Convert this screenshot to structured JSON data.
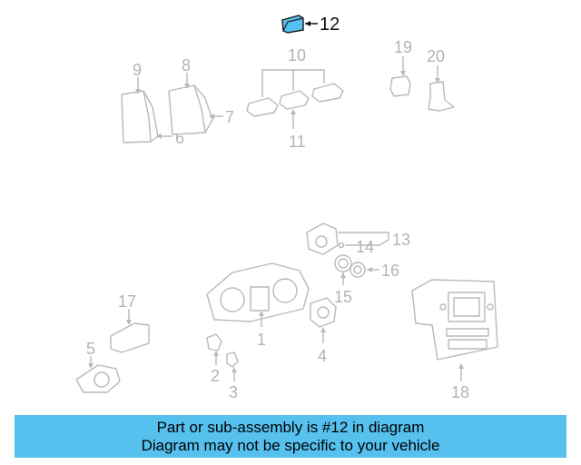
{
  "highlight_color": "#56c1ef",
  "parts": [
    {
      "id": "1",
      "label": "1"
    },
    {
      "id": "2",
      "label": "2"
    },
    {
      "id": "3",
      "label": "3"
    },
    {
      "id": "4",
      "label": "4"
    },
    {
      "id": "5",
      "label": "5"
    },
    {
      "id": "6",
      "label": "6"
    },
    {
      "id": "7",
      "label": "7"
    },
    {
      "id": "8",
      "label": "8"
    },
    {
      "id": "9",
      "label": "9"
    },
    {
      "id": "10",
      "label": "10"
    },
    {
      "id": "11",
      "label": "11"
    },
    {
      "id": "12",
      "label": "12",
      "highlighted": true
    },
    {
      "id": "13",
      "label": "13"
    },
    {
      "id": "14",
      "label": "14"
    },
    {
      "id": "15",
      "label": "15"
    },
    {
      "id": "16",
      "label": "16"
    },
    {
      "id": "17",
      "label": "17"
    },
    {
      "id": "18",
      "label": "18"
    },
    {
      "id": "19",
      "label": "19"
    },
    {
      "id": "20",
      "label": "20"
    }
  ],
  "caption": {
    "line1": "Part or sub-assembly is #12 in diagram",
    "line2": "Diagram may not be specific to your vehicle"
  }
}
